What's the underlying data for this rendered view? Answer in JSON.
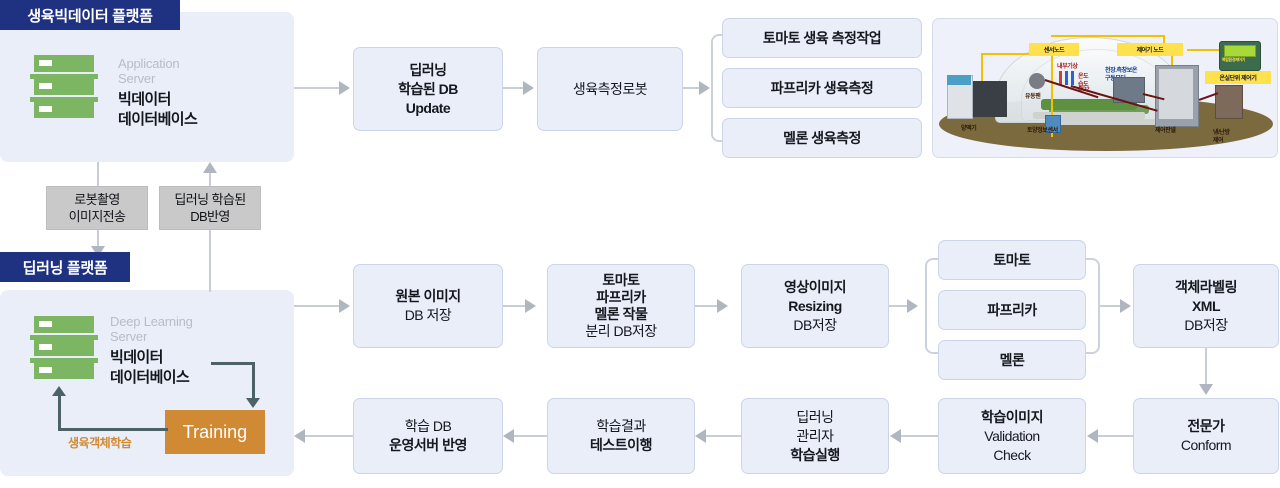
{
  "platforms": {
    "bigdata": {
      "header": "생육빅데이터 플랫폼",
      "server_sub": "Application\nServer",
      "server_main": "빅데이터\n데이터베이스",
      "server_icon": "server-rack-icon"
    },
    "deeplearning": {
      "header": "딥러닝 플랫폼",
      "server_sub": "Deep Learning\nServer",
      "server_main": "빅데이터\n데이터베이스",
      "server_icon": "server-rack-icon",
      "training_label": "Training",
      "loop_label": "생육객체학습"
    }
  },
  "interlink_labels": {
    "robot_image": "로봇촬영\n이미지전송",
    "db_reflect": "딥러닝 학습된\nDB반영"
  },
  "top_flow": {
    "step1": {
      "lines": [
        {
          "t": "딥러닝",
          "bold": true
        },
        {
          "t": "학습된 DB",
          "bold": true
        },
        {
          "t": "Update",
          "bold": true
        }
      ]
    },
    "step2": {
      "lines": [
        {
          "t": "생육측정로봇",
          "bold": false
        }
      ]
    },
    "branches": [
      {
        "label": "토마토 생육 측정작업"
      },
      {
        "label": "파프리카 생육측정"
      },
      {
        "label": "멜론 생육측정"
      }
    ]
  },
  "mid_flow": {
    "step1": {
      "lines": [
        {
          "t": "원본 이미지",
          "bold": true
        },
        {
          "t": "DB 저장",
          "bold": false
        }
      ]
    },
    "step2": {
      "lines": [
        {
          "t": "토마토",
          "bold": true
        },
        {
          "t": "파프리카",
          "bold": true
        },
        {
          "t": "멜론 작물",
          "bold": true
        },
        {
          "t": "분리 DB저장",
          "bold": false
        }
      ]
    },
    "step3": {
      "lines": [
        {
          "t": "영상이미지",
          "bold": true
        },
        {
          "t": "Resizing",
          "bold": true
        },
        {
          "t": "DB저장",
          "bold": false
        }
      ]
    },
    "branches": [
      {
        "label": "토마토"
      },
      {
        "label": "파프리카"
      },
      {
        "label": "멜론"
      }
    ],
    "step4": {
      "lines": [
        {
          "t": "객체라벨링",
          "bold": true
        },
        {
          "t": "XML",
          "bold": true
        },
        {
          "t": "DB저장",
          "bold": false
        }
      ]
    }
  },
  "bottom_flow": {
    "expert": {
      "lines": [
        {
          "t": "전문가",
          "bold": true
        },
        {
          "t": "Conform",
          "bold": false
        }
      ]
    },
    "validation": {
      "lines": [
        {
          "t": "학습이미지",
          "bold": true
        },
        {
          "t": "Validation",
          "bold": false
        },
        {
          "t": "Check",
          "bold": false
        }
      ]
    },
    "manager": {
      "lines": [
        {
          "t": "딥러닝",
          "bold": false
        },
        {
          "t": "관리자",
          "bold": false
        },
        {
          "t": "학습실행",
          "bold": true
        }
      ]
    },
    "test": {
      "lines": [
        {
          "t": "학습결과",
          "bold": false
        },
        {
          "t": "테스트이행",
          "bold": true
        }
      ]
    },
    "apply": {
      "lines": [
        {
          "t": "학습 DB",
          "bold": false
        },
        {
          "t": "운영서버 반영",
          "bold": true
        }
      ]
    }
  },
  "greenhouse": {
    "caption_sensor_node": "센서노드",
    "caption_controller_node": "제어기 노드",
    "caption_unit_controller": "온실단위 제어기",
    "label_inner_weather": "내부기상",
    "label_temp": "온도",
    "label_humid": "습도",
    "label_co2": "CO2",
    "label_ceiling_motor": "천장.측창보온\n구동모터",
    "label_fan": "유동팬",
    "label_nutrient": "양액기",
    "label_soil_sensor": "토양정보센서",
    "label_control_panel": "제어판넬",
    "label_hvac": "냉/난방\n제어",
    "device_screen_text": "복합환경제어기"
  },
  "colors": {
    "header_navy": "#1f3281",
    "panel_bg": "#e9eef9",
    "box_bg": "#e9eef9",
    "box_border": "#ccd5e8",
    "gray_label": "#c9c9c9",
    "arrow_gray": "#b0b6c0",
    "server_green": "#7cb663",
    "training_orange": "#d08a33",
    "greenhouse_tag_yellow": "#ffe14d"
  }
}
